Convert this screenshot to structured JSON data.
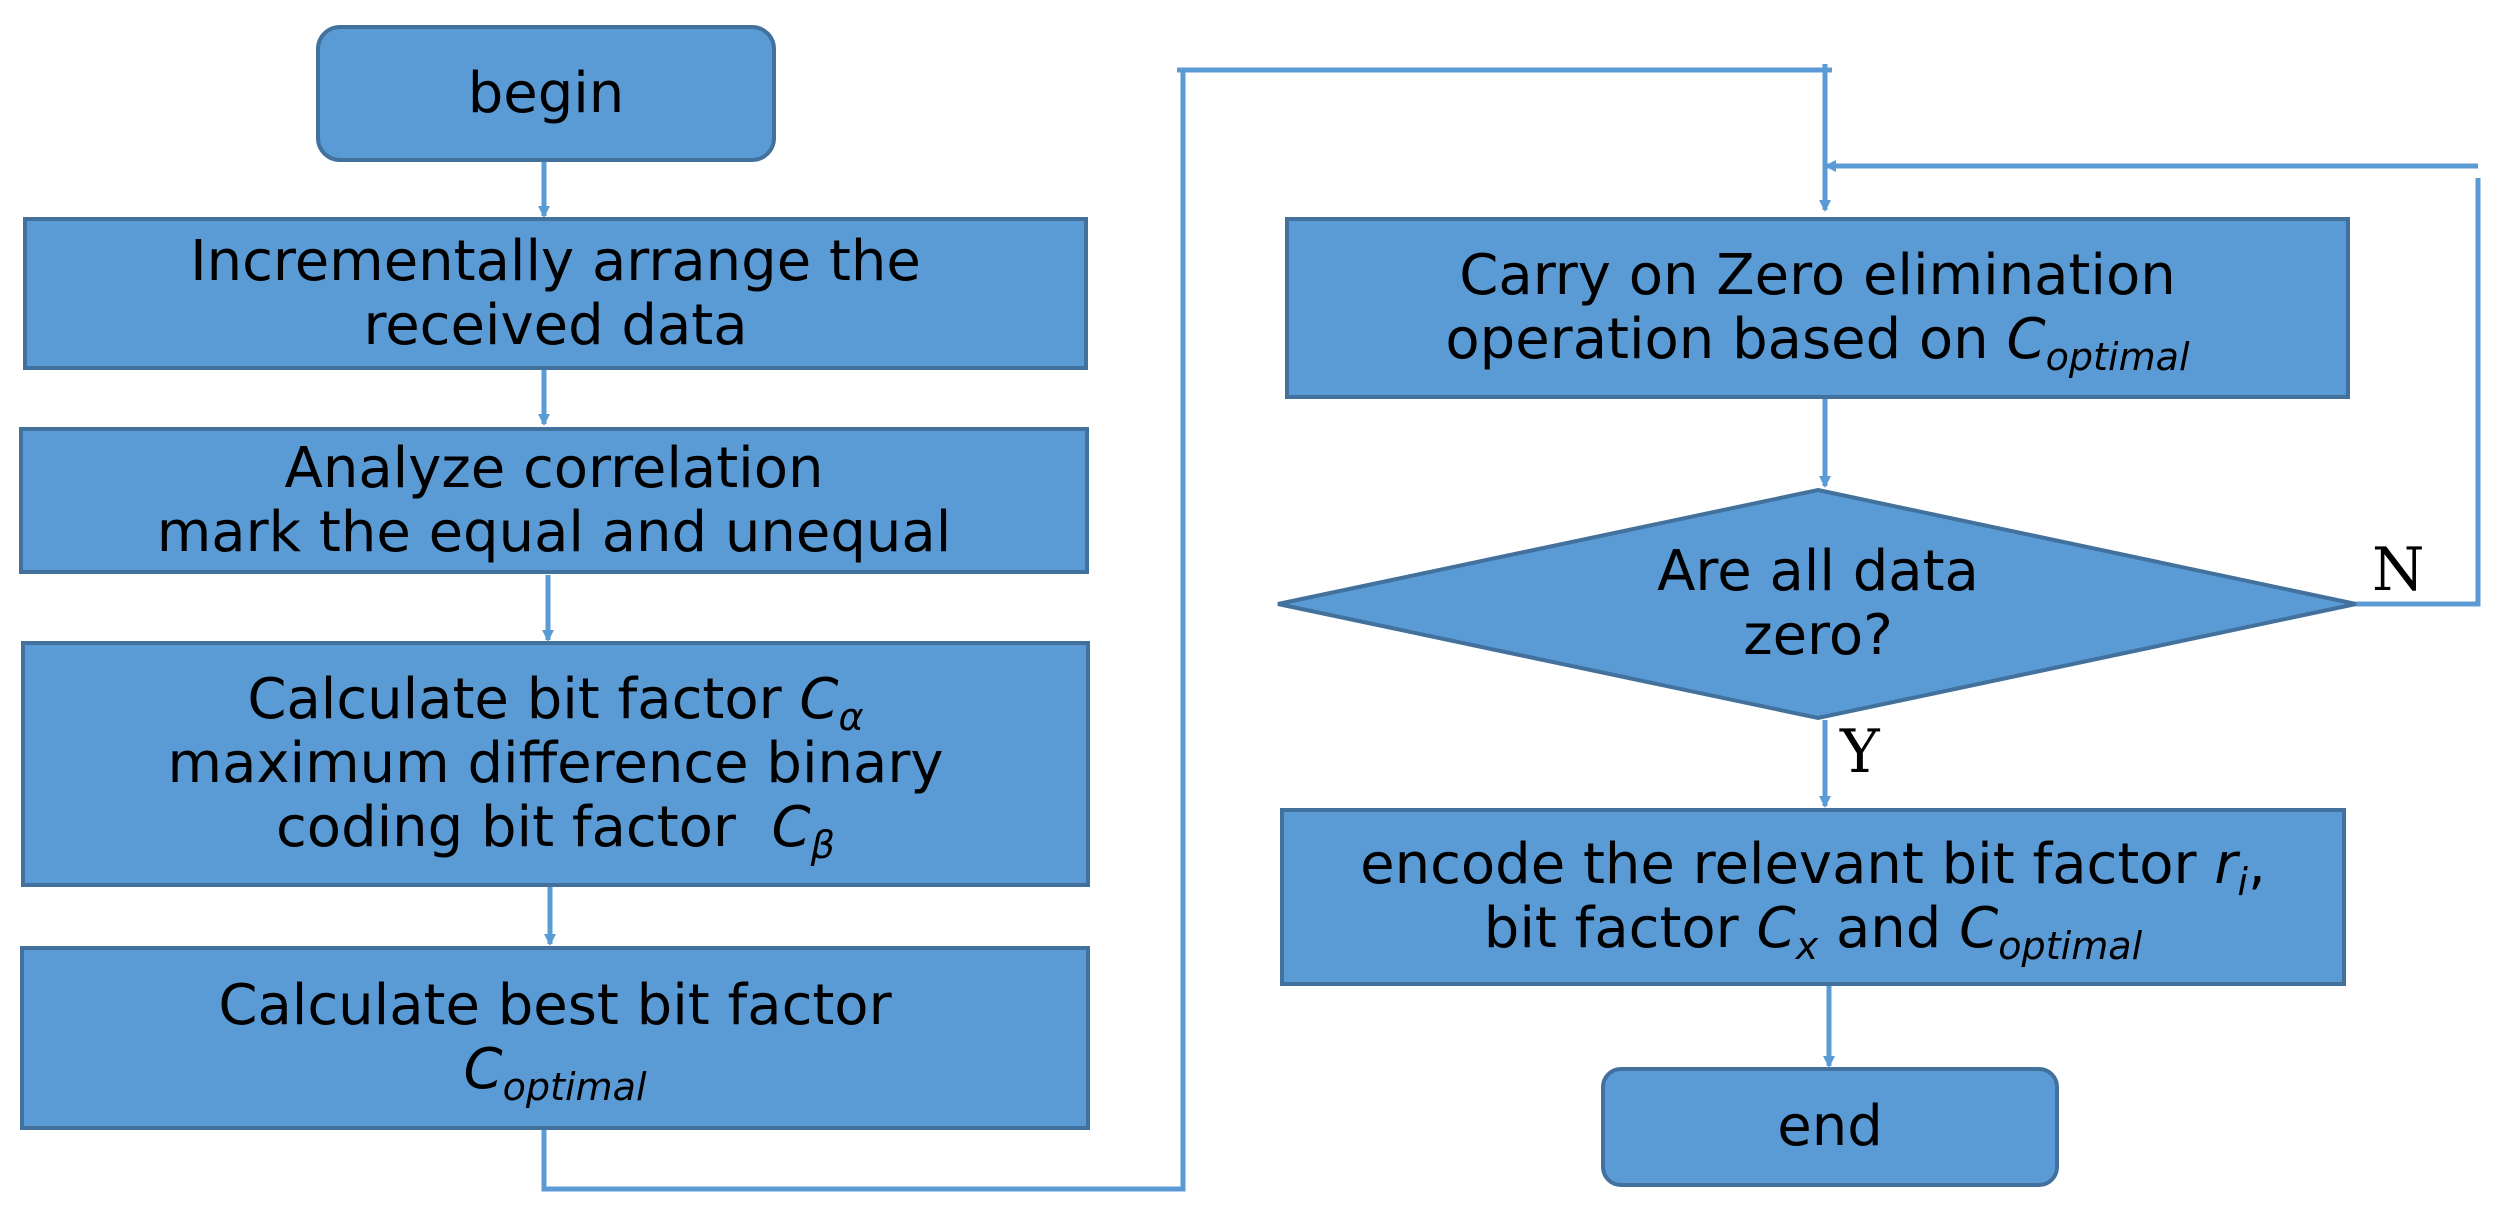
{
  "colors": {
    "box_fill": "#5b9bd5",
    "box_stroke": "#41719c",
    "connector": "#5b9bd5"
  },
  "nodes": {
    "begin": "begin",
    "arrange": {
      "line1": "Incrementally arrange the",
      "line2": "received data"
    },
    "analyze": {
      "line1": "Analyze correlation",
      "line2": "mark the equal and unequal"
    },
    "calc_factor": {
      "line1": "Calculate bit factor ",
      "line1_sym": "C",
      "line1_sub": "α",
      "line2": "maximum difference binary",
      "line3": "coding bit factor  ",
      "line3_sym": "C",
      "line3_sub": "β"
    },
    "calc_best": {
      "line1": "Calculate best bit factor",
      "sym": "C",
      "sub": "optimal"
    },
    "zero_elim": {
      "line1": "Carry on Zero elimination",
      "line2": "operation based on ",
      "sym": "C",
      "sub": "optimal"
    },
    "decision": {
      "line1": "Are all data",
      "line2": "zero?"
    },
    "encode": {
      "line1": "encode the relevant bit factor ",
      "line1_sym": "r",
      "line1_sub": "i",
      "line1_end": ",",
      "line2a": "bit factor ",
      "line2_sym1": "C",
      "line2_sub1": "x",
      "line2b": " and ",
      "line2_sym2": "C",
      "line2_sub2": "optimal"
    },
    "end": "end"
  },
  "labels": {
    "no": "N",
    "yes": "Y"
  }
}
